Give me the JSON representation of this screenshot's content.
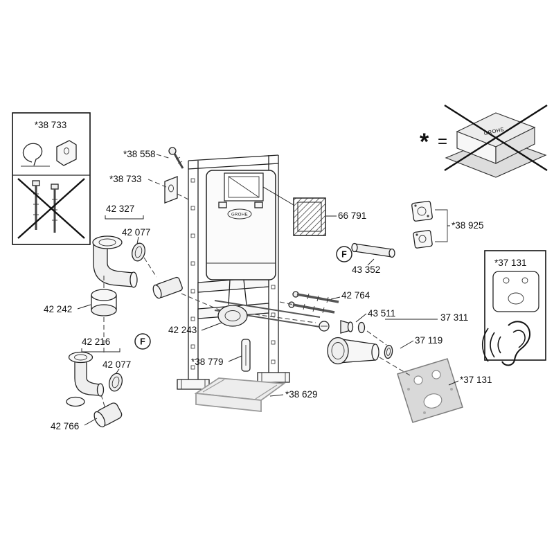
{
  "legend": {
    "asterisk": "*",
    "equals": "=",
    "brand": "GROHE"
  },
  "markers": {
    "f_left": "F",
    "f_right": "F"
  },
  "insets": {
    "top_left": {
      "label": "*38 733"
    },
    "right": {
      "label": "*37 131"
    }
  },
  "parts": {
    "p38558": {
      "label": "*38 558"
    },
    "p38733": {
      "label": "*38 733"
    },
    "p42327": {
      "label": "42 327"
    },
    "p42077a": {
      "label": "42 077"
    },
    "p42242": {
      "label": "42 242"
    },
    "p42216": {
      "label": "42 216"
    },
    "p42077b": {
      "label": "42 077"
    },
    "p42766": {
      "label": "42 766"
    },
    "p42243": {
      "label": "42 243"
    },
    "p38779": {
      "label": "*38 779"
    },
    "p38629": {
      "label": "*38 629"
    },
    "p66791": {
      "label": "66 791"
    },
    "p43352": {
      "label": "43 352"
    },
    "p42764": {
      "label": "42 764"
    },
    "p43511": {
      "label": "43 511"
    },
    "p37311": {
      "label": "37 311"
    },
    "p37119": {
      "label": "37 119"
    },
    "p38925": {
      "label": "*38 925"
    },
    "p37131": {
      "label": "*37 131"
    }
  }
}
